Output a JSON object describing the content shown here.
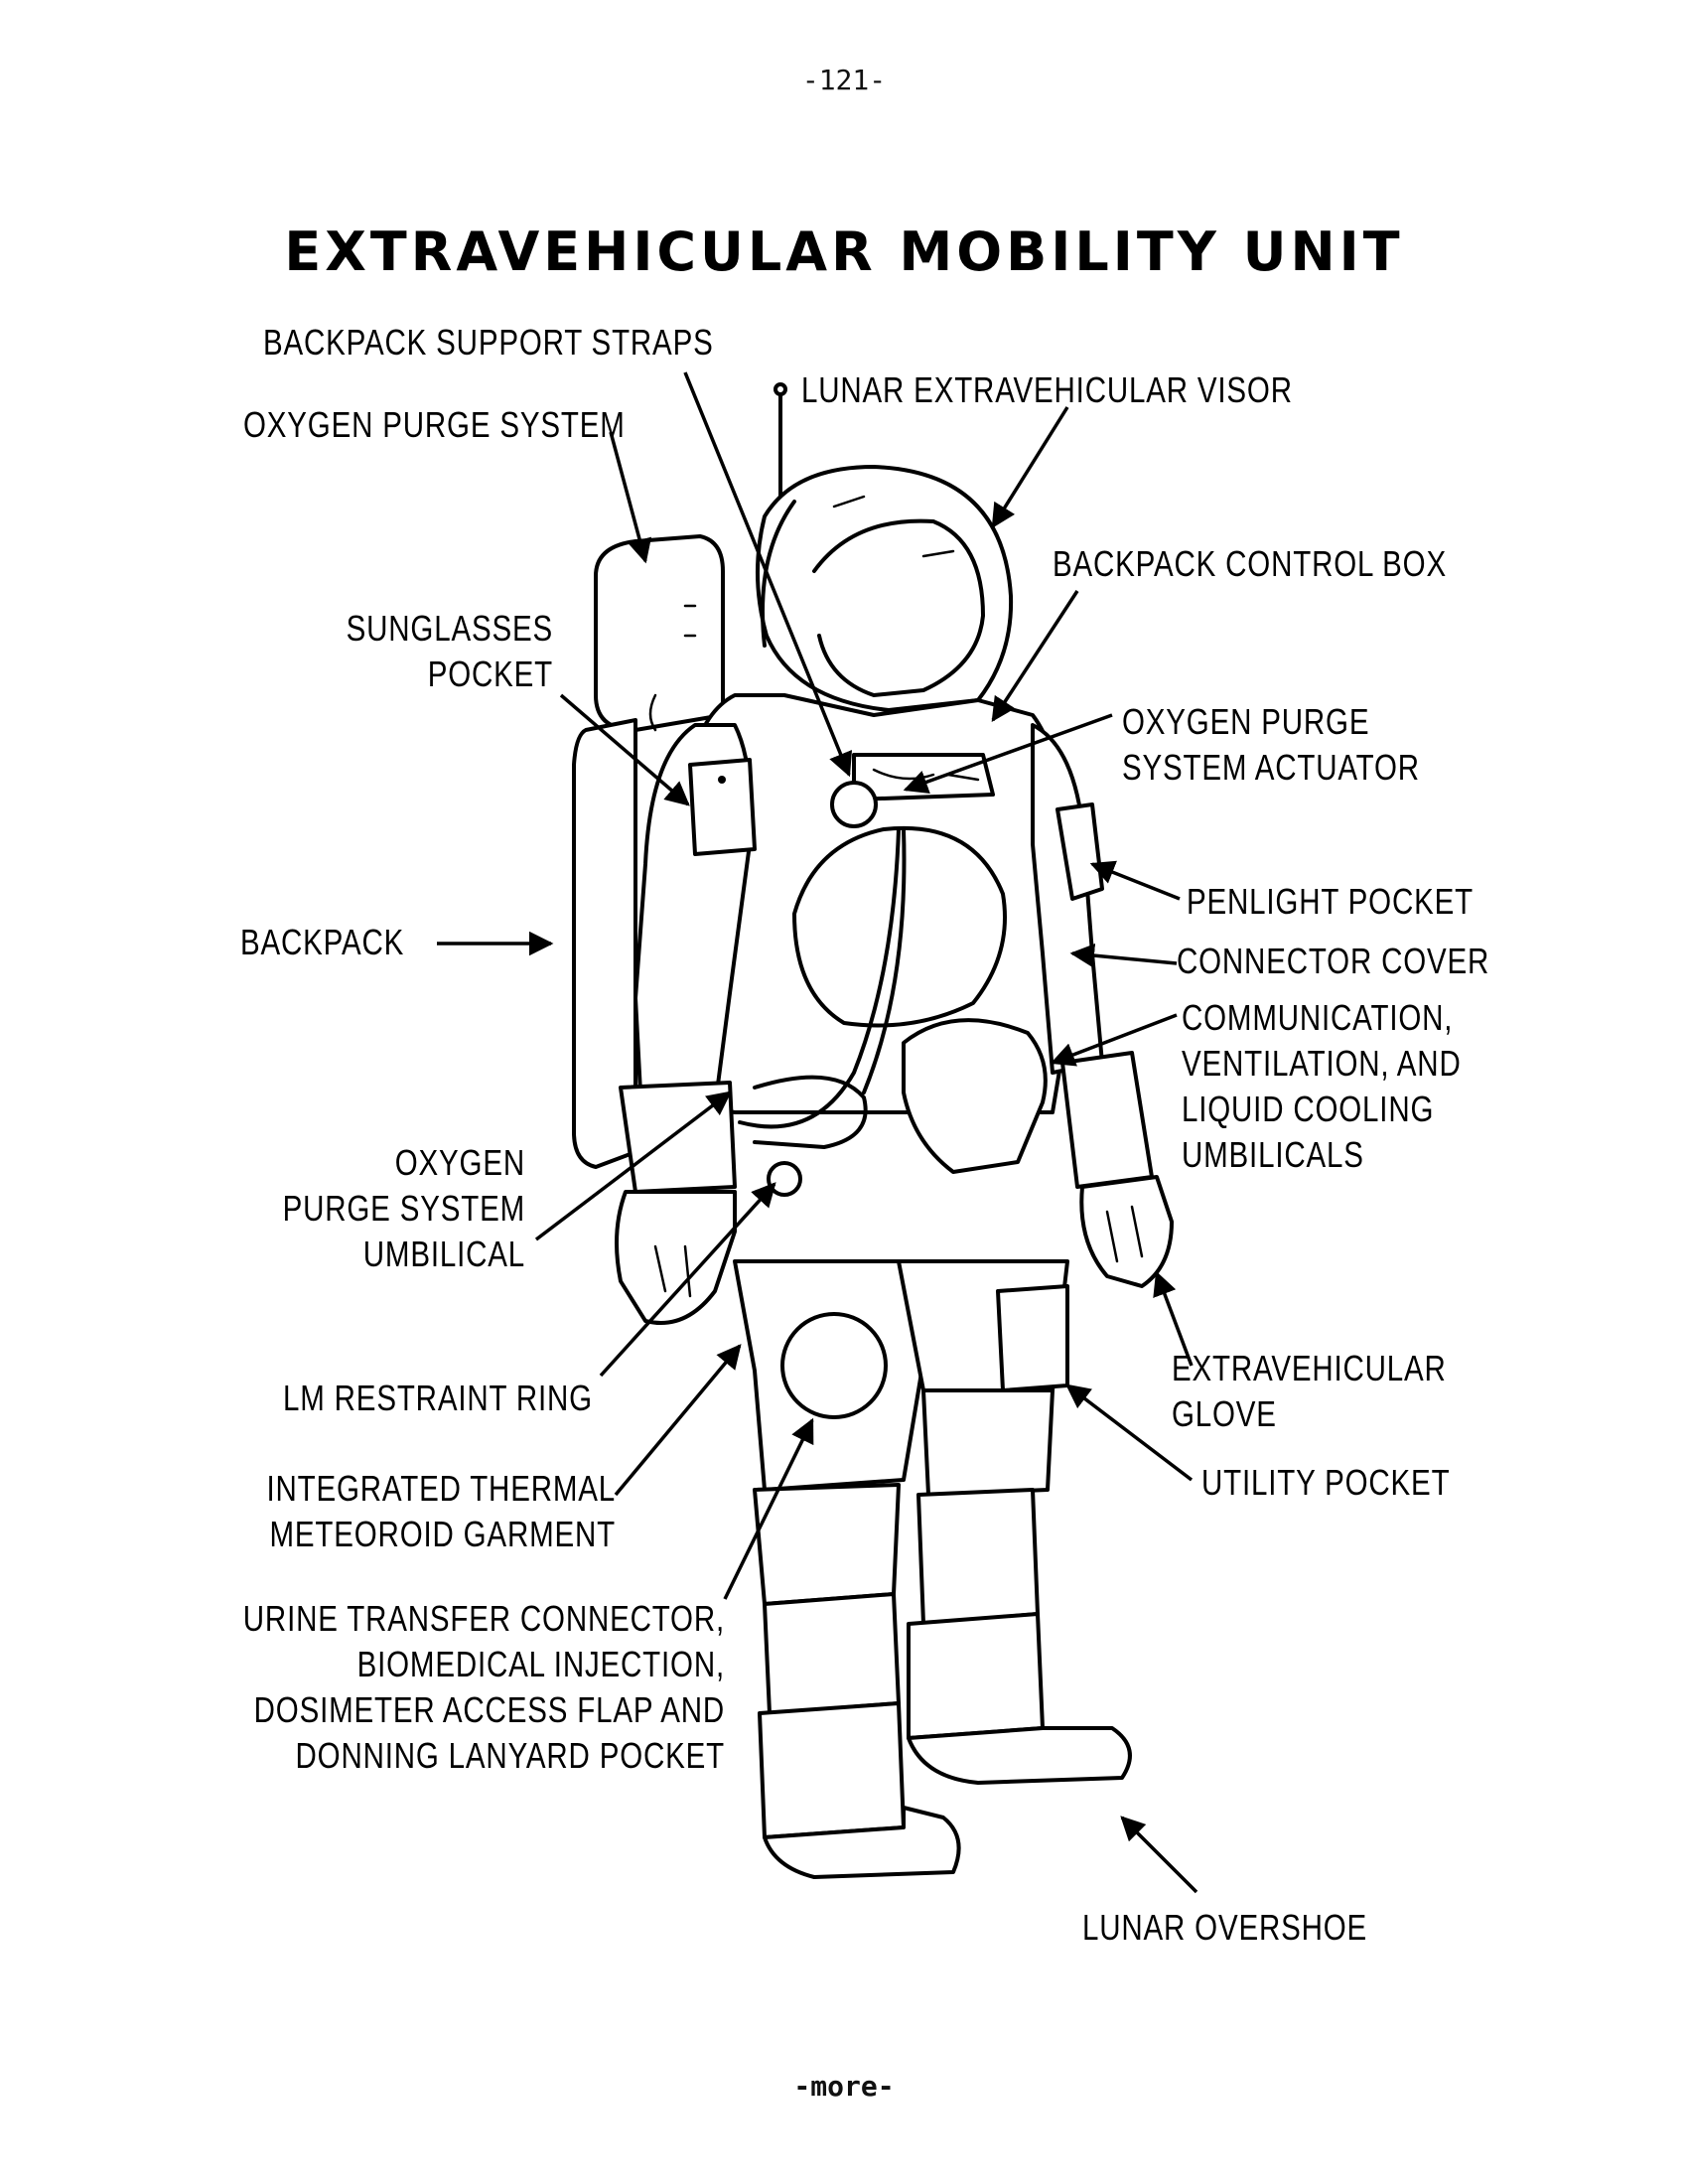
{
  "page_number": "-121-",
  "title": "EXTRAVEHICULAR MOBILITY UNIT",
  "footer": "-more-",
  "labels": {
    "backpack_support_straps": "BACKPACK SUPPORT STRAPS",
    "oxygen_purge_system": "OXYGEN PURGE SYSTEM",
    "lunar_extravehicular_visor": "LUNAR EXTRAVEHICULAR VISOR",
    "backpack_control_box": "BACKPACK CONTROL BOX",
    "sunglasses_pocket": "SUNGLASSES\nPOCKET",
    "oxygen_purge_system_actuator": "OXYGEN PURGE\nSYSTEM ACTUATOR",
    "penlight_pocket": "PENLIGHT POCKET",
    "backpack": "BACKPACK",
    "connector_cover": "CONNECTOR COVER",
    "umbilicals": "COMMUNICATION,\nVENTILATION, AND\nLIQUID COOLING\nUMBILICALS",
    "oxygen_purge_system_umbilical": "OXYGEN\nPURGE SYSTEM\nUMBILICAL",
    "extravehicular_glove": "EXTRAVEHICULAR\nGLOVE",
    "lm_restraint_ring": "LM RESTRAINT RING",
    "utility_pocket": "UTILITY POCKET",
    "integrated_thermal_meteoroid_garment": "INTEGRATED THERMAL\nMETEOROID GARMENT",
    "urine_transfer_connector": "URINE TRANSFER CONNECTOR,\nBIOMEDICAL INJECTION,\nDOSIMETER ACCESS FLAP AND\nDONNING LANYARD POCKET",
    "lunar_overshoe": "LUNAR OVERSHOE"
  }
}
